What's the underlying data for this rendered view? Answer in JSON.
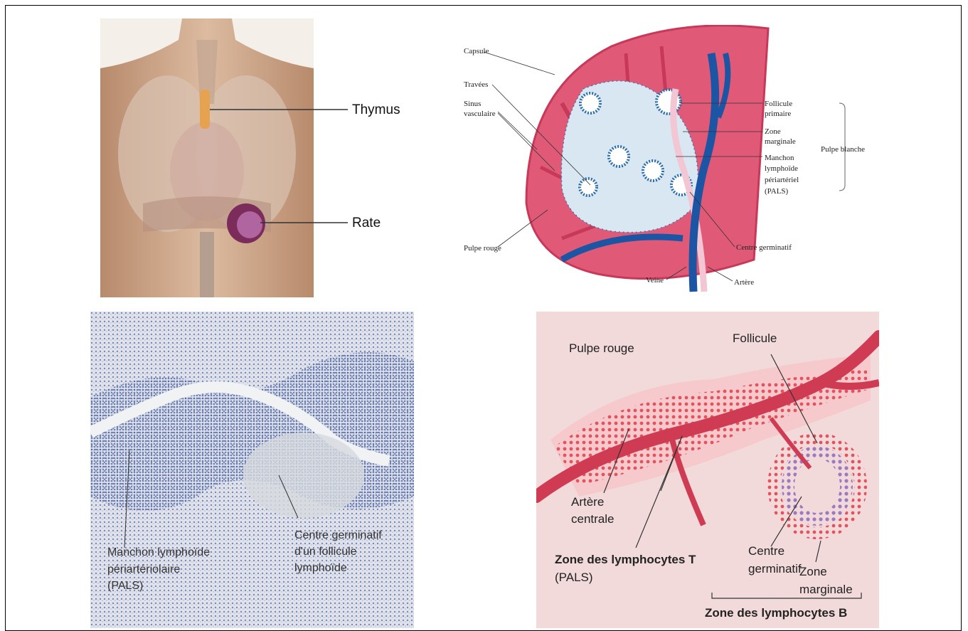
{
  "panel_top_left": {
    "labels": [
      "Thymus",
      "Rate"
    ]
  },
  "panel_top_right": {
    "capsule": "Capsule",
    "travees": "Travées",
    "sinus": [
      "Sinus",
      "vasculaire"
    ],
    "pulpe_rouge": "Pulpe rouge",
    "follicule_primaire": [
      "Follicule",
      "primaire"
    ],
    "zone_marginale": [
      "Zone",
      "marginale"
    ],
    "manchon": [
      "Manchon",
      "lymphoïde",
      "périartériel",
      "(PALS)"
    ],
    "pulpe_blanche": "Pulpe blanche",
    "centre_germinatif": "Centre germinatif",
    "veine": "Veine",
    "artere": "Artère"
  },
  "panel_bottom_left": {
    "manchon": [
      "Manchon lymphoïde",
      "périartériolaire",
      "(PALS)"
    ],
    "centre": [
      "Centre germinatif",
      "d'un follicule",
      "lymphoïde"
    ]
  },
  "panel_bottom_right": {
    "pulpe_rouge": "Pulpe rouge",
    "follicule": "Follicule",
    "artere_centrale": [
      "Artère",
      "centrale"
    ],
    "zone_t": "Zone des lymphocytes T",
    "pals": "(PALS)",
    "centre": [
      "Centre",
      "germinatif"
    ],
    "zone_marginale": [
      "Zone",
      "marginale"
    ],
    "zone_b": "Zone des lymphocytes B"
  }
}
